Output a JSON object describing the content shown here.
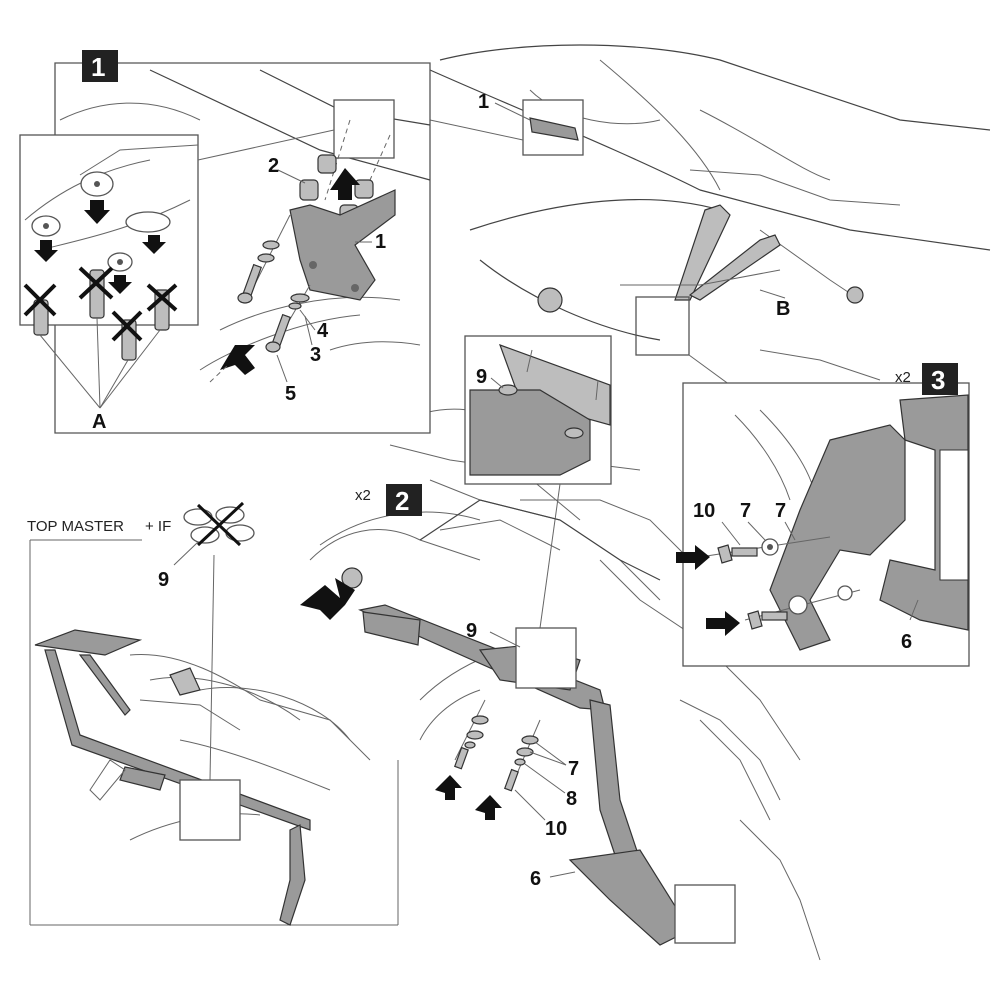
{
  "steps": [
    {
      "number": "1",
      "multiplier": ""
    },
    {
      "number": "2",
      "multiplier": "x2"
    },
    {
      "number": "3",
      "multiplier": "x2"
    }
  ],
  "step1": {
    "labels": {
      "part1": "1",
      "part2": "2",
      "part3": "3",
      "part4": "4",
      "part5": "5",
      "removeA": "A"
    }
  },
  "overview": {
    "labels": {
      "part1": "1",
      "pointB": "B"
    }
  },
  "step2": {
    "detail_labels": {
      "part9": "9"
    },
    "labels": {
      "part9": "9",
      "part7": "7",
      "part8": "8",
      "part10": "10",
      "part6": "6"
    }
  },
  "step3": {
    "labels": {
      "part10": "10",
      "part7a": "7",
      "part7b": "7",
      "part6": "6"
    }
  },
  "top_master": {
    "title": "TOP MASTER",
    "suffix": "+ IF",
    "labels": {
      "part9": "9"
    }
  },
  "icons": {
    "push_arrow": "arrow-icon",
    "remove_cross": "cross-out-icon"
  }
}
